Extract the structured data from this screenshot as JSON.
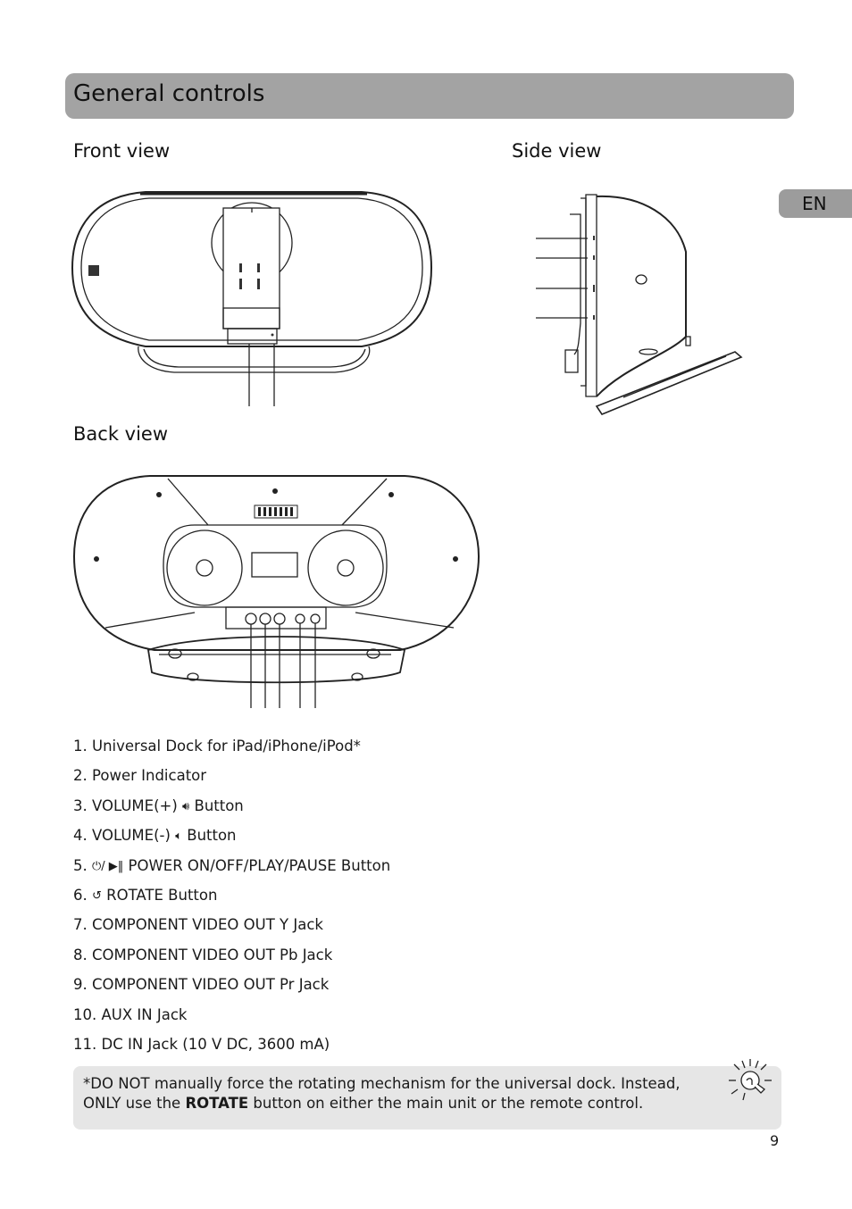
{
  "page": {
    "title": "General controls",
    "lang_tab": "EN",
    "page_number": "9"
  },
  "views": {
    "front": "Front view",
    "side": "Side view",
    "back": "Back view"
  },
  "controls": [
    {
      "num": "1.",
      "icon": "",
      "label": "Universal Dock for iPad/iPhone/iPod*"
    },
    {
      "num": "2.",
      "icon": "",
      "label": "Power Indicator"
    },
    {
      "num": "3.",
      "icon": "volume-up-icon",
      "label_pre": "VOLUME(+)",
      "label": "Button"
    },
    {
      "num": "4.",
      "icon": "volume-down-icon",
      "label_pre": "VOLUME(-)",
      "label": "Button"
    },
    {
      "num": "5.",
      "icon": "power-play-pause-icon",
      "label": "POWER ON/OFF/PLAY/PAUSE Button"
    },
    {
      "num": "6.",
      "icon": "rotate-icon",
      "label": "ROTATE Button"
    },
    {
      "num": "7.",
      "icon": "",
      "label": "COMPONENT VIDEO OUT Y Jack"
    },
    {
      "num": "8.",
      "icon": "",
      "label": "COMPONENT VIDEO OUT Pb Jack"
    },
    {
      "num": "9.",
      "icon": "",
      "label": "COMPONENT VIDEO OUT Pr Jack"
    },
    {
      "num": "10.",
      "icon": "",
      "label": "AUX IN Jack"
    },
    {
      "num": "11.",
      "icon": "",
      "label": "DC IN Jack (10 V DC, 3600 mA)"
    }
  ],
  "note": {
    "part1": "*DO NOT manually force the rotating mechanism for the universal dock. Instead, ONLY use the ",
    "bold": "ROTATE",
    "part2": " button on either the main unit or the remote control.",
    "icon": "lightbulb-tip-icon"
  }
}
